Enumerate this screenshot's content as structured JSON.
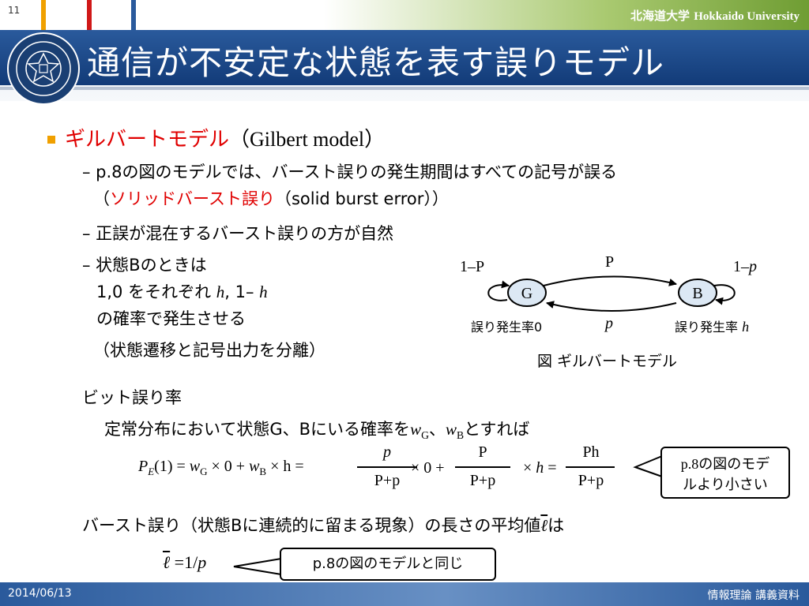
{
  "header": {
    "page_number": "11",
    "university": "北海道大学",
    "university_en": "Hokkaido University",
    "title": "通信が不安定な状態を表す誤りモデル"
  },
  "content": {
    "bullet1": {
      "jp": "ギルバートモデル",
      "paren": "（Gilbert model）"
    },
    "sub1_line1": "– p.8の図のモデルでは、バースト誤りの発生期間はすべての記号が誤る",
    "sub1_line2_open": "（",
    "sub1_line2_red": "ソリッドバースト誤り",
    "sub1_line2_rest": "（solid burst error））",
    "sub2": "– 正誤が混在するバースト誤りの方が自然",
    "sub3_line1": "– 状態Bのときは",
    "sub3_line2a": "1,0 をそれぞれ ",
    "sub3_line2_h": "h",
    "sub3_line2b": ", 1– ",
    "sub3_line2_h2": "h",
    "sub3_line3": "の確率で発生させる",
    "sub3_line4": "（状態遷移と記号出力を分離）",
    "bit_error_heading": "ビット誤り率",
    "stationary_text_a": "定常分布において状態G、Bにいる確率を",
    "stationary_wG": "w",
    "stationary_G": "G",
    "stationary_sep": "、",
    "stationary_wB": "w",
    "stationary_B": "B",
    "stationary_text_b": "とすれば",
    "burst_length_text": "バースト誤り（状態Bに連続的に留まる現象）の長さの平均値",
    "burst_length_ell": "ℓ",
    "burst_length_suffix": "は"
  },
  "formula": {
    "PE": "P",
    "PE_sub": "E",
    "PE_arg": "(1) = ",
    "wG": "w",
    "wG_sub": "G",
    "times0": " × 0 + ",
    "wB": "w",
    "wB_sub": "B",
    "times_h": " × h = ",
    "frac1_num": "p",
    "frac1_den": "P+p",
    "mid": "× 0 +",
    "frac2_num": "P",
    "frac2_den": "P+p",
    "times_h2": "× ",
    "h_italic": "h",
    "eq": " =",
    "frac3_num": "Ph",
    "frac3_den": "P+p"
  },
  "ell_formula": {
    "ell": "ℓ",
    "rest": " =1/",
    "p": "p"
  },
  "callouts": {
    "smaller": [
      "p.8の図のモデ",
      "ルより小さい"
    ],
    "same": "p.8の図のモデルと同じ"
  },
  "diagram": {
    "state_G": "G",
    "state_B": "B",
    "label_self_G": "1–P",
    "label_top": "P",
    "label_self_B_a": "1–",
    "label_self_B_b": "p",
    "label_bottom": "p",
    "err_G": "誤り発生率0",
    "err_B_a": "誤り発生率 ",
    "err_B_b": "h",
    "caption": "図 ギルバートモデル"
  },
  "footer": {
    "date": "2014/06/13",
    "course": "情報理論 講義資料"
  },
  "colors": {
    "title_blue": "#1a4a8a",
    "accent_red": "#e00000",
    "bullet_orange": "#f0a000",
    "state_fill": "#dce8f4"
  }
}
